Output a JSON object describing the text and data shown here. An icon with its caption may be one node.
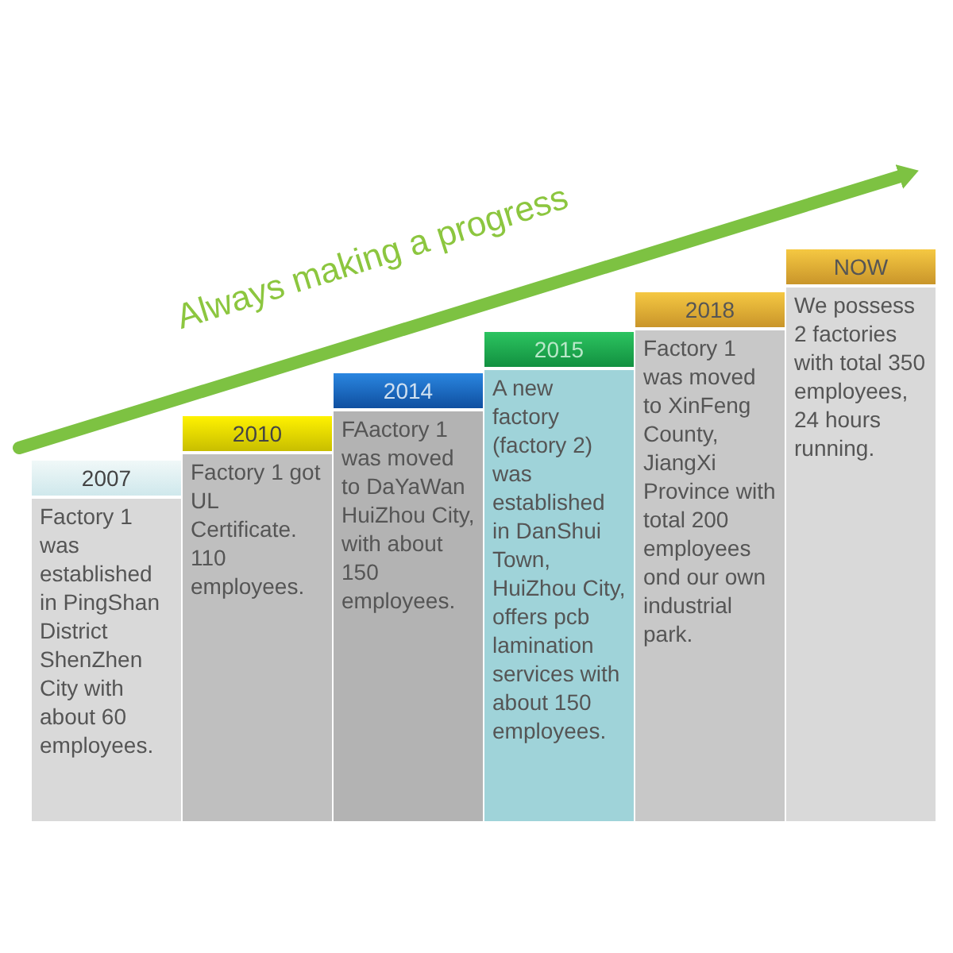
{
  "diagram": {
    "nodes": [
      {
        "text": [
          "2007",
          "Factory 1 was established in PingShan District ShenZhen City with about 60 employees."
        ]
      },
      {
        "text": [
          "2010",
          "Factory 1 got UL Certificate. 110 employees."
        ]
      },
      {
        "text": [
          "2014",
          "FAactory 1 was moved to DaYaWan HuiZhou City, with about 150 employees."
        ]
      },
      {
        "text": [
          "2015",
          "A new factory (factory 2) was established in DanShui Town, HuiZhou City, offers pcb lamination services with about 150 employees."
        ]
      },
      {
        "text": [
          "2018",
          "Factory 1 was moved to XinFeng County, JiangXi Province with total 200 employees ond our own industrial park."
        ]
      },
      {
        "text": [
          "NOW",
          "We possess 2 factories with total 350 employees, 24 hours running."
        ]
      }
    ],
    "labels": [
      "Always making a progress"
    ]
  }
}
